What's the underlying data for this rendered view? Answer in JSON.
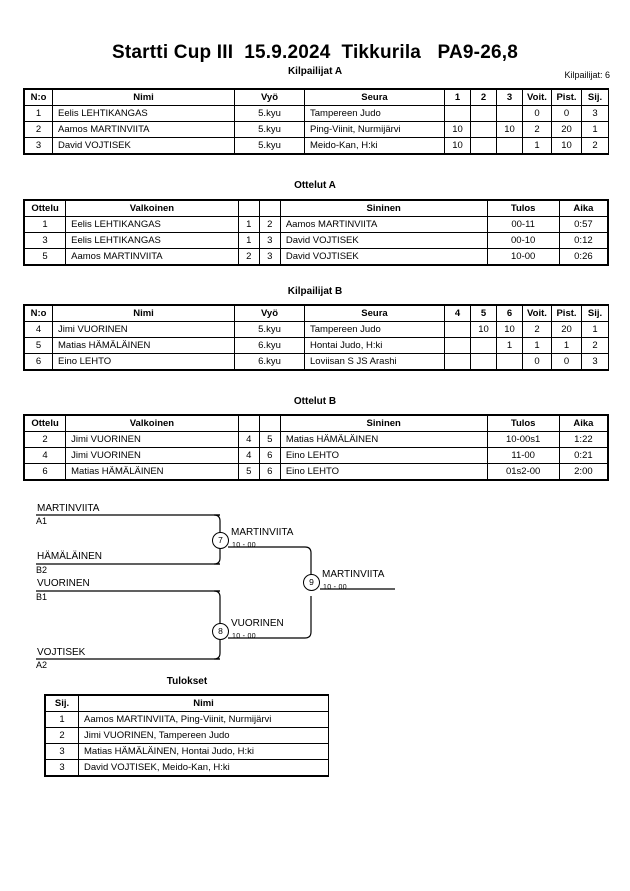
{
  "header": {
    "title": "Startti Cup III  15.9.2024  Tikkurila   PA9-26,8",
    "entrants_label": "Kilpailijat: 6"
  },
  "pool_a": {
    "caption": "Kilpailijat A",
    "columns": [
      "N:o",
      "Nimi",
      "Vyö",
      "Seura",
      "1",
      "2",
      "3",
      "Voit.",
      "Pist.",
      "Sij."
    ],
    "rows": [
      {
        "no": "1",
        "name": "Eelis LEHTIKANGAS",
        "belt": "5.kyu",
        "club": "Tampereen Judo",
        "m1": "",
        "m2": "",
        "m3": "",
        "wins": "0",
        "points": "0",
        "rank": "3"
      },
      {
        "no": "2",
        "name": "Aamos MARTINVIITA",
        "belt": "5.kyu",
        "club": "Ping-Viinit, Nurmijärvi",
        "m1": "10",
        "m2": "",
        "m3": "10",
        "wins": "2",
        "points": "20",
        "rank": "1"
      },
      {
        "no": "3",
        "name": "David VOJTISEK",
        "belt": "5.kyu",
        "club": "Meido-Kan, H:ki",
        "m1": "10",
        "m2": "",
        "m3": "",
        "wins": "1",
        "points": "10",
        "rank": "2"
      }
    ]
  },
  "matches_a": {
    "caption": "Ottelut A",
    "columns": [
      "Ottelu",
      "Valkoinen",
      "",
      "",
      "Sininen",
      "Tulos",
      "Aika"
    ],
    "rows": [
      {
        "match": "1",
        "white": "Eelis LEHTIKANGAS",
        "wno": "1",
        "bno": "2",
        "blue": "Aamos MARTINVIITA",
        "result": "00-11",
        "time": "0:57"
      },
      {
        "match": "3",
        "white": "Eelis LEHTIKANGAS",
        "wno": "1",
        "bno": "3",
        "blue": "David VOJTISEK",
        "result": "00-10",
        "time": "0:12"
      },
      {
        "match": "5",
        "white": "Aamos MARTINVIITA",
        "wno": "2",
        "bno": "3",
        "blue": "David VOJTISEK",
        "result": "10-00",
        "time": "0:26"
      }
    ]
  },
  "pool_b": {
    "caption": "Kilpailijat B",
    "columns": [
      "N:o",
      "Nimi",
      "Vyö",
      "Seura",
      "4",
      "5",
      "6",
      "Voit.",
      "Pist.",
      "Sij."
    ],
    "rows": [
      {
        "no": "4",
        "name": "Jimi VUORINEN",
        "belt": "5.kyu",
        "club": "Tampereen Judo",
        "m1": "",
        "m2": "10",
        "m3": "10",
        "wins": "2",
        "points": "20",
        "rank": "1"
      },
      {
        "no": "5",
        "name": "Matias HÄMÄLÄINEN",
        "belt": "6.kyu",
        "club": "Hontai Judo, H:ki",
        "m1": "",
        "m2": "",
        "m3": "1",
        "wins": "1",
        "points": "1",
        "rank": "2"
      },
      {
        "no": "6",
        "name": "Eino LEHTO",
        "belt": "6.kyu",
        "club": "Loviisan S JS Arashi",
        "m1": "",
        "m2": "",
        "m3": "",
        "wins": "0",
        "points": "0",
        "rank": "3"
      }
    ]
  },
  "matches_b": {
    "caption": "Ottelut B",
    "columns": [
      "Ottelu",
      "Valkoinen",
      "",
      "",
      "Sininen",
      "Tulos",
      "Aika"
    ],
    "rows": [
      {
        "match": "2",
        "white": "Jimi VUORINEN",
        "wno": "4",
        "bno": "5",
        "blue": "Matias HÄMÄLÄINEN",
        "result": "10-00s1",
        "time": "1:22"
      },
      {
        "match": "4",
        "white": "Jimi VUORINEN",
        "wno": "4",
        "bno": "6",
        "blue": "Eino LEHTO",
        "result": "11-00",
        "time": "0:21"
      },
      {
        "match": "6",
        "white": "Matias HÄMÄLÄINEN",
        "wno": "5",
        "bno": "6",
        "blue": "Eino LEHTO",
        "result": "01s2-00",
        "time": "2:00"
      }
    ]
  },
  "bracket": {
    "entries": [
      {
        "name": "MARTINVIITA",
        "seed": "A1"
      },
      {
        "name": "HÄMÄLÄINEN",
        "seed": "B2"
      },
      {
        "name": "VUORINEN",
        "seed": "B1"
      },
      {
        "name": "VOJTISEK",
        "seed": "A2"
      }
    ],
    "semifinals": [
      {
        "number": "7",
        "winner": "MARTINVIITA",
        "score": "10 - 00"
      },
      {
        "number": "8",
        "winner": "VUORINEN",
        "score": "10 - 00"
      }
    ],
    "final": {
      "number": "9",
      "winner": "MARTINVIITA",
      "score": "10 - 00"
    }
  },
  "results": {
    "caption": "Tulokset",
    "columns": [
      "Sij.",
      "Nimi"
    ],
    "rows": [
      {
        "rank": "1",
        "name": "Aamos MARTINVIITA, Ping-Viinit, Nurmijärvi"
      },
      {
        "rank": "2",
        "name": "Jimi VUORINEN, Tampereen Judo"
      },
      {
        "rank": "3",
        "name": "Matias HÄMÄLÄINEN, Hontai Judo, H:ki"
      },
      {
        "rank": "3",
        "name": "David VOJTISEK, Meido-Kan, H:ki"
      }
    ]
  }
}
